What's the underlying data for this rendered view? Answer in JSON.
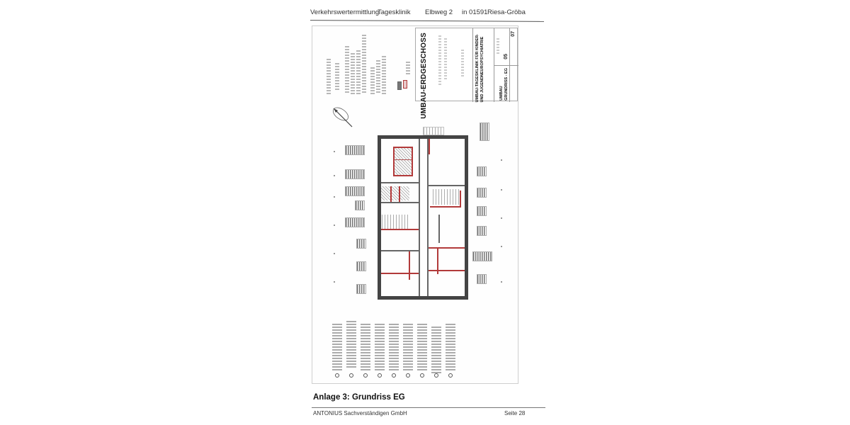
{
  "header": {
    "title": "Verkehrswertermittlung",
    "object": "Tagesklinik",
    "street": "Elbweg 2",
    "zip": "in 01591",
    "city": "Riesa-Gröba"
  },
  "plan": {
    "sheet_title": "UMBAU-ERDGESCHOSS",
    "project_line1": "UMBAU-TAGESKLINIK FÜR KINDER-",
    "project_line2": "UND JUGENDNEUROPSYCHIATRIE",
    "plan_name_line1": "UMBAU",
    "plan_name_line2": "GRUNDRISS - EG",
    "sheet_number": "07",
    "index": "05",
    "north_arrow": "north-arrow-icon"
  },
  "caption": "Anlage 3: Grundriss EG",
  "footer": {
    "company": "ANTONIUS Sachverständigen GmbH",
    "page": "Seite 28"
  },
  "colors": {
    "wall": "#444444",
    "new_wall_red": "#b23a3a",
    "border": "#cfcfcf"
  }
}
